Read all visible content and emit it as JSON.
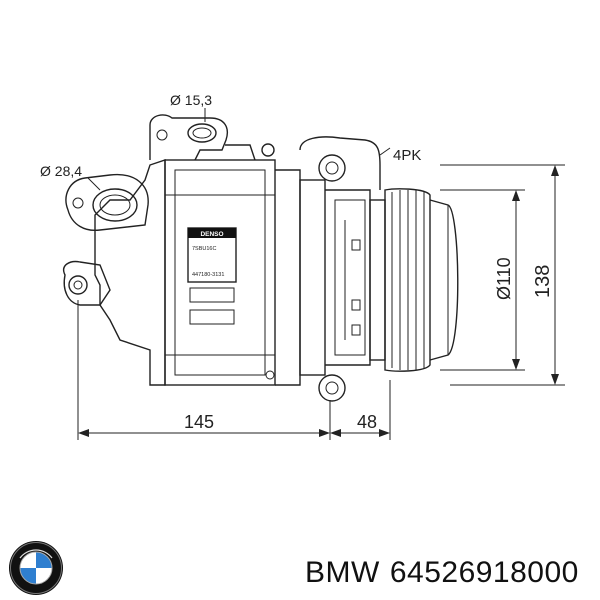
{
  "diagram": {
    "labels": {
      "d_small": "Ø 15,3",
      "d_large": "Ø 28,4",
      "belt": "4PK",
      "pulley_diam": "Ø110",
      "height": "138",
      "length_body": "145",
      "length_clutch": "48"
    },
    "plate": {
      "brand": "DENSO",
      "line1": "7SBU16C",
      "line2": "447180-3131"
    }
  },
  "caption": {
    "brand": "BMW",
    "part_number": "64526918000"
  },
  "colors": {
    "line": "#222222",
    "logo_blue": "#2f7fd0",
    "logo_ring": "#111111"
  },
  "icons": {
    "logo": "bmw-roundel-icon"
  }
}
